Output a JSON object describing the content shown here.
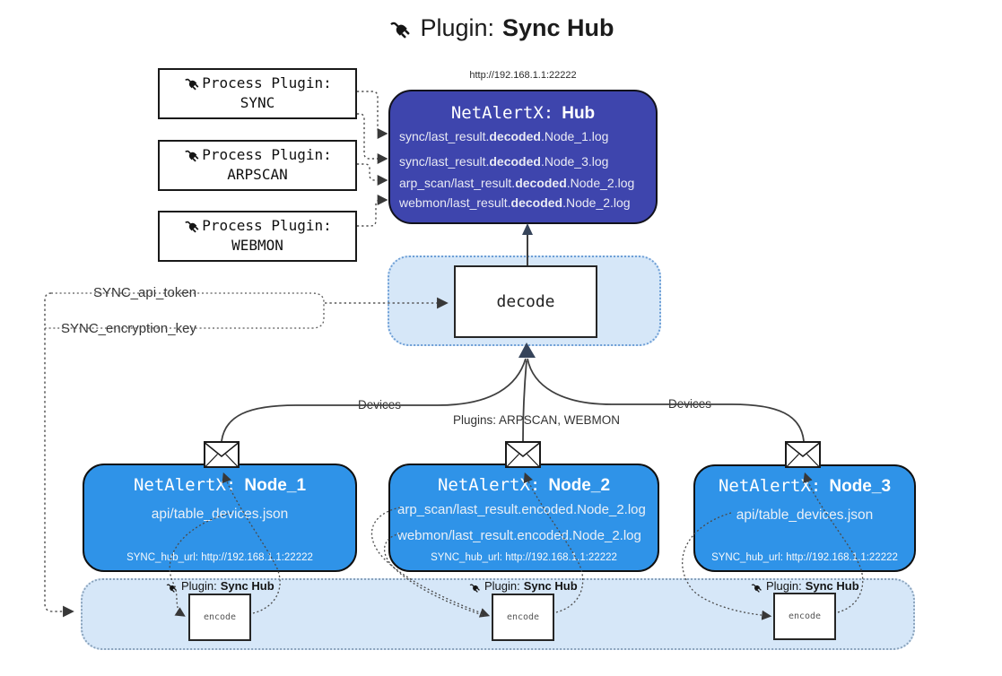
{
  "title": {
    "icon": "plug-icon",
    "prefix": "Plugin:",
    "name": "Sync Hub"
  },
  "process_plugins": [
    {
      "label": "Process Plugin:",
      "name": "SYNC"
    },
    {
      "label": "Process Plugin:",
      "name": "ARPSCAN"
    },
    {
      "label": "Process Plugin:",
      "name": "WEBMON"
    }
  ],
  "hub": {
    "url": "http://192.168.1.1:22222",
    "app": "NetAlertX:",
    "name": "Hub",
    "entries": [
      {
        "pre": "sync/last_result.",
        "bold": "decoded",
        "post": ".Node_1.log"
      },
      {
        "pre": "sync/last_result.",
        "bold": "decoded",
        "post": ".Node_3.log"
      },
      {
        "pre": "arp_scan/last_result.",
        "bold": "decoded",
        "post": ".Node_2.log"
      },
      {
        "pre": "webmon/last_result.",
        "bold": "decoded",
        "post": ".Node_2.log"
      }
    ]
  },
  "decode": {
    "label": "decode"
  },
  "keys": {
    "api_token": "SYNC_api_token",
    "encryption_key": "SYNC_encryption_key"
  },
  "flows": {
    "devices_left": "Devices",
    "devices_right": "Devices",
    "plugins_mid": "Plugins: ARPSCAN, WEBMON"
  },
  "nodes": [
    {
      "app": "NetAlertX:",
      "name": "Node_1",
      "files": [
        "api/table_devices.json"
      ],
      "hub_url": "SYNC_hub_url: http://192.168.1.1:22222"
    },
    {
      "app": "NetAlertX:",
      "name": "Node_2",
      "files": [
        "arp_scan/last_result.encoded.Node_2.log",
        "webmon/last_result.encoded.Node_2.log"
      ],
      "hub_url": "SYNC_hub_url: http://192.168.1.1:22222"
    },
    {
      "app": "NetAlertX:",
      "name": "Node_3",
      "files": [
        "api/table_devices.json"
      ],
      "hub_url": "SYNC_hub_url: http://192.168.1.1:22222"
    }
  ],
  "encoders": [
    {
      "prefix": "Plugin:",
      "name": "Sync Hub",
      "label": "encode"
    },
    {
      "prefix": "Plugin:",
      "name": "Sync Hub",
      "label": "encode"
    },
    {
      "prefix": "Plugin:",
      "name": "Sync Hub",
      "label": "encode"
    }
  ],
  "colors": {
    "hub": "#3e45ad",
    "node": "#2f93e8",
    "container": "#d6e7f8",
    "arrow_dark": "#3c4a5f",
    "line": "#3f3f3f"
  }
}
